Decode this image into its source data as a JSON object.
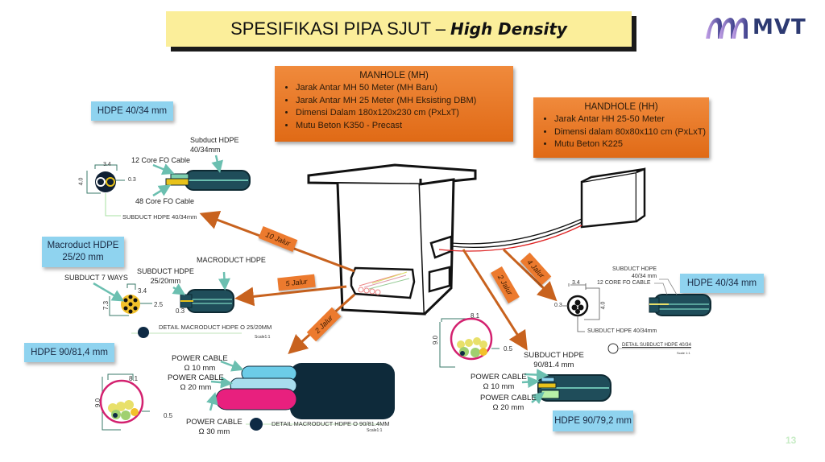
{
  "title": {
    "main": "SPESIFIKASI PIPA SJUT –",
    "emphasis": "High Density"
  },
  "logo": {
    "text": "MVT",
    "icon": "mvt-waves-icon",
    "colors": [
      "#b48be0",
      "#2d3a72"
    ]
  },
  "manhole": {
    "heading": "MANHOLE (MH)",
    "items": [
      "Jarak Antar MH 50 Meter (MH Baru)",
      "Jarak Antar MH 25 Meter (MH Eksisting DBM)",
      "Dimensi Dalam 180x120x230 cm (PxLxT)",
      "Mutu Beton K350 - Precast"
    ]
  },
  "handhole": {
    "heading": "HANDHOLE (HH)",
    "items": [
      "Jarak Antar HH 25-50 Meter",
      "Dimensi dalam 80x80x110 cm (PxLxT)",
      "Mutu Beton K225"
    ]
  },
  "labels": {
    "hdpe_40_34_left": "HDPE 40/34 mm",
    "macroduct_25_20": "Macroduct HDPE 25/20 mm",
    "hdpe_90_814": "HDPE 90/81,4 mm",
    "hdpe_40_34_right": "HDPE 40/34 mm",
    "hdpe_90_792": "HDPE 90/79,2 mm"
  },
  "jalur": {
    "j10": "10 Jalur",
    "j5": "5 Jalur",
    "j2_left": "2 Jalur",
    "j2_right": "2 Jalur",
    "j4": "4 Jalur"
  },
  "subduct_40": {
    "subduct_hdpe": "Subduct HDPE",
    "subduct_size": "40/34mm",
    "core12": "12 Core FO Cable",
    "core48": "48 Core FO Cable",
    "dim_width": "3.4",
    "dim_height": "4.0",
    "dim_wall": "0.3",
    "caption": "SUBDUCT HDPE 40/34mm"
  },
  "macroduct_25": {
    "subduct_7ways": "SUBDUCT 7 WAYS",
    "subduct_hdpe": "SUBDUCT HDPE",
    "subduct_size": "25/20mm",
    "macroduct_hdpe": "MACRODUCT HDPE",
    "dim_a": "3.4",
    "dim_b": "2.5",
    "dim_c": "7.3",
    "dim_wall": "0.3",
    "detail": "DETAIL MACRODUCT HDPE O 25/20MM",
    "scale": "Scale1:1"
  },
  "macroduct_90": {
    "dim_width": "8.1",
    "dim_height": "9.0",
    "dim_wall": "0.5",
    "pc10_label": "POWER CABLE",
    "pc10_size": "Ω 10 mm",
    "pc20_label": "POWER CABLE",
    "pc20_size": "Ω 20 mm",
    "pc30_label": "POWER CABLE",
    "pc30_size": "Ω 30 mm",
    "detail": "DETAIL MACRODUCT HDPE O 90/81.4MM",
    "scale": "Scale1:1"
  },
  "right_90": {
    "dim_width": "8.1",
    "dim_height": "9.0",
    "dim_wall": "0.5",
    "subduct_hdpe": "SUBDUCT HDPE",
    "subduct_size": "90/81.4 mm",
    "pc10_label": "POWER CABLE",
    "pc10_size": "Ω 10 mm",
    "pc20_label": "POWER CABLE",
    "pc20_size": "Ω 20 mm"
  },
  "right_40": {
    "subduct_hdpe": "SUBDUCT HDPE",
    "subduct_size": "40/34 mm",
    "core12": "12 CORE FO CABLE",
    "dim_width": "3.4",
    "dim_height": "4.0",
    "dim_wall": "0.3",
    "caption": "SUBDUCT HDPE 40/34mm",
    "detail": "DETAIL SUBDUCT HDPE 40/34",
    "scale": "Scale 1:1"
  },
  "page_number": "13",
  "colors": {
    "title_bg": "#fbee9a",
    "orange": "#e8732a",
    "label_blue": "#8fd3ef",
    "duct_dark": "#1f4d5a",
    "teal_arrow": "#6bbfb0",
    "pink": "#e8207e"
  }
}
